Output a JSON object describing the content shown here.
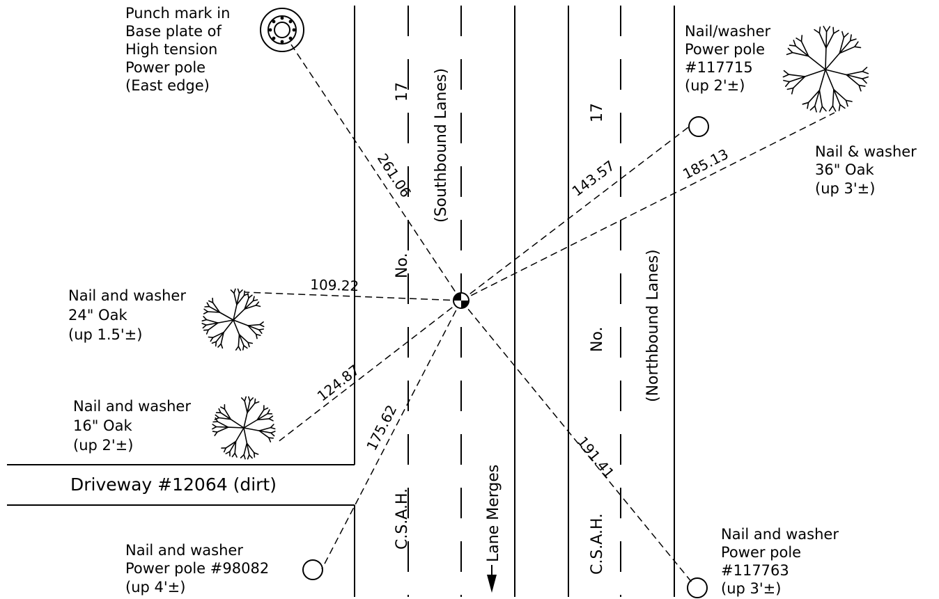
{
  "benchmark": {
    "label": ""
  },
  "references": [
    {
      "id": "punch-mark",
      "lines": [
        "Punch mark in",
        "Base plate of",
        "High tension",
        "Power pole",
        "(East edge)"
      ],
      "distance": "261.06",
      "icon": "base-plate-icon"
    },
    {
      "id": "pole-117715",
      "lines": [
        "Nail/washer",
        "Power pole",
        "#117715",
        "(up 2'±)"
      ],
      "distance": "143.57",
      "icon": "power-pole-icon"
    },
    {
      "id": "oak-36",
      "lines": [
        "Nail & washer",
        "36\" Oak",
        "(up 3'±)"
      ],
      "distance": "185.13",
      "icon": "tree-icon"
    },
    {
      "id": "oak-24",
      "lines": [
        "Nail and washer",
        "24\" Oak",
        "(up 1.5'±)"
      ],
      "distance": "109.22",
      "icon": "tree-icon"
    },
    {
      "id": "oak-16",
      "lines": [
        "Nail and washer",
        "16\" Oak",
        "(up 2'±)"
      ],
      "distance": "124.87",
      "icon": "tree-icon"
    },
    {
      "id": "pole-98082",
      "lines": [
        "Nail and washer",
        "Power pole #98082",
        "(up 4'±)"
      ],
      "distance": "175.62",
      "icon": "power-pole-icon"
    },
    {
      "id": "pole-117763",
      "lines": [
        "Nail and washer",
        "Power pole",
        "#117763",
        "(up 3'±)"
      ],
      "distance": "191.41",
      "icon": "power-pole-icon"
    }
  ],
  "roads": {
    "southbound": {
      "csah": "C.S.A.H.",
      "no": "No.",
      "number": "17",
      "lanes": "(Southbound Lanes)"
    },
    "northbound": {
      "csah": "C.S.A.H.",
      "no": "No.",
      "number": "17",
      "lanes": "(Northbound Lanes)"
    },
    "lane_merges": "Lane Merges",
    "driveway": "Driveway #12064 (dirt)"
  }
}
